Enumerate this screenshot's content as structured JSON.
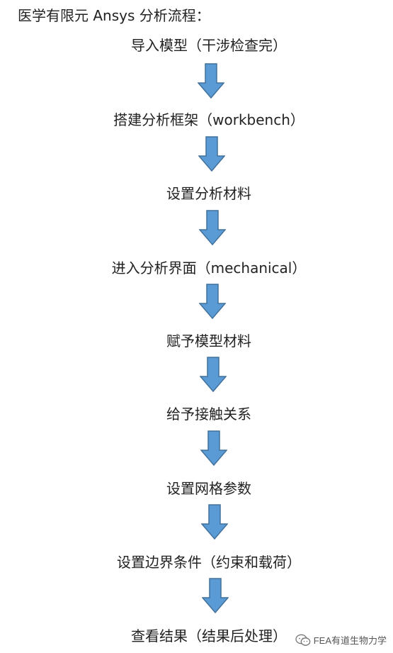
{
  "title": "医学有限元 Ansys 分析流程：",
  "steps": [
    "导入模型（干涉检查完）",
    "搭建分析框架（workbench）",
    "设置分析材料",
    "进入分析界面（mechanical）",
    "赋予模型材料",
    "给予接触关系",
    "设置网格参数",
    "设置边界条件（约束和载荷）",
    "查看结果（结果后处理）"
  ],
  "watermark": "FEA有道生物力学",
  "colors": {
    "arrow_fill": "#5B9BD5",
    "arrow_stroke": "#41719C",
    "text": "#222222"
  }
}
